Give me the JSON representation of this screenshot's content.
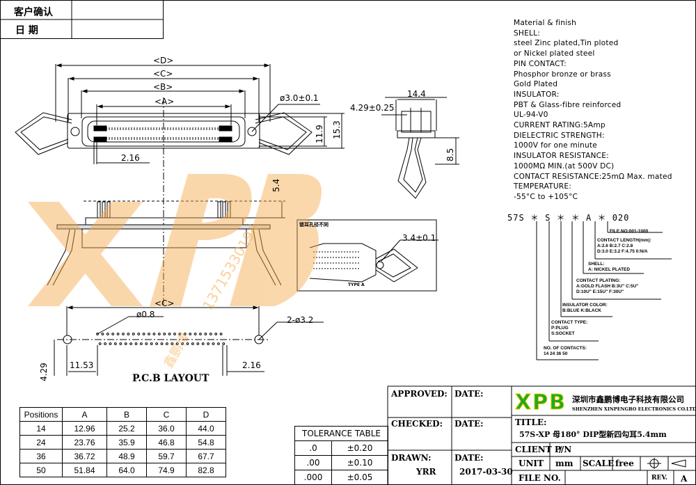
{
  "header_box": {
    "customer_label": "客户确认",
    "date_label": "日    期"
  },
  "notes": [
    "Material & finish",
    "SHELL:",
    "steel Zinc plated,Tin ploted",
    "or Nickel plated steel",
    "PIN CONTACT:",
    "Phosphor bronze or brass",
    "Gold Plated",
    "INSULATOR:",
    "PBT & Glass-fibre reinforced",
    "UL-94-V0",
    "CURRENT RATING:5Amp",
    "DIELECTRIC STRENGTH:",
    "1000V for one minute",
    "INSULATOR RESISTANCE:",
    "1000MΩ MIN.(at 500V DC)",
    "CONTACT RESISTANCE:25mΩ Max. mated",
    "TEMPERATURE:",
    "-55°C to +105°C"
  ],
  "part_number": {
    "code": "57S ＊ S ＊ ＊ A ＊ 020",
    "file_no": "FILE NO:001-1000",
    "contact_length": [
      "CONTACT LENGTH(mm):",
      "A:2.6   B:2.7   C:2.8",
      "D:3.0   E:3.2   F:4.75   0:N/A"
    ],
    "shell": [
      "SHELL:",
      "A: NICKEL PLATED"
    ],
    "contact_plating": [
      "CONTACT PLATING:",
      "A:GOLD FLASH  B:3U\" C:5U\"",
      "D:10U\"  E:15U\"  F:30U\""
    ],
    "insulator_color": [
      "INSULATOR COLOR:",
      "B:BLUE  K:BLACK"
    ],
    "contact_type": [
      "CONTACT TYPE:",
      "P:PLUG",
      "S:SOCKET"
    ],
    "no_of_contacts": [
      "NO. OF CONTACTS:",
      "14  24  36  50"
    ]
  },
  "dimensions": {
    "D": "<D>",
    "C": "<C>",
    "B": "<B>",
    "A": "<A>",
    "hole": "ø3.0±0.1",
    "d_11_9": "11.9",
    "d_15_3": "15.3",
    "d_2_16_top": "2.16",
    "d_14_4": "14.4",
    "d_4_29_side": "4.29±0.25",
    "d_8_5": "8.5",
    "d_5_4": "5.4",
    "d_3_4": "3.4±0.1",
    "inset_title": "锁耳孔径不同",
    "inset_type": "TYPE A",
    "pcb_C": "<C>",
    "pcb_hole": "ø0.8",
    "pcb_mount": "2-ø3.2",
    "pcb_4_29": "4.29",
    "pcb_11_53": "11.53",
    "pcb_2_16": "2.16",
    "pcb_layout": "P.C.B LAYOUT"
  },
  "positions_table": {
    "headers": [
      "Positions",
      "A",
      "B",
      "C",
      "D"
    ],
    "rows": [
      [
        "14",
        "12.96",
        "25.2",
        "36.0",
        "44.0"
      ],
      [
        "24",
        "23.76",
        "35.9",
        "46.8",
        "54.8"
      ],
      [
        "36",
        "36.72",
        "48.9",
        "59.7",
        "67.7"
      ],
      [
        "50",
        "51.84",
        "64.0",
        "74.9",
        "82.8"
      ]
    ]
  },
  "tolerance_table": {
    "title": "TOLERANCE TABLE",
    "rows": [
      [
        ".0",
        "±0.20"
      ],
      [
        ".00",
        "±0.10"
      ],
      [
        ".000",
        "±0.05"
      ]
    ]
  },
  "title_block": {
    "approved_label": "APPROVED:",
    "date_label_1": "DATE:",
    "checked_label": "CHECKED:",
    "date_label_2": "DATE:",
    "drawn_label": "DRAWN:",
    "drawn_value": "YRR",
    "date_label_3": "DATE:",
    "date_value": "2017-03-30",
    "logo": "XPB",
    "company_cn": "深圳市鑫鹏博电子科技有限公司",
    "company_en": "SHENZHEN XINPENGBO ELECTRONICS CO.LTD",
    "title_label": "TITLE:",
    "title_value": "57S-XP 母180° DIP型新四勾耳5.4mm",
    "client_label": "CLIENT P/N",
    "client_value": "/",
    "unit_label": "UNIT",
    "unit_value": "mm",
    "scale_label": "SCALE",
    "scale_value": "free",
    "file_label": "FILE NO.",
    "rev_label": "REV.",
    "rev_value": "A"
  },
  "watermark": {
    "brand": "XPB",
    "phone": "13715330194",
    "name": "鑫鹏博"
  },
  "colors": {
    "watermark": "#f5a846",
    "logo_green": "#22aa22",
    "logo_yellow": "#f5d000"
  }
}
